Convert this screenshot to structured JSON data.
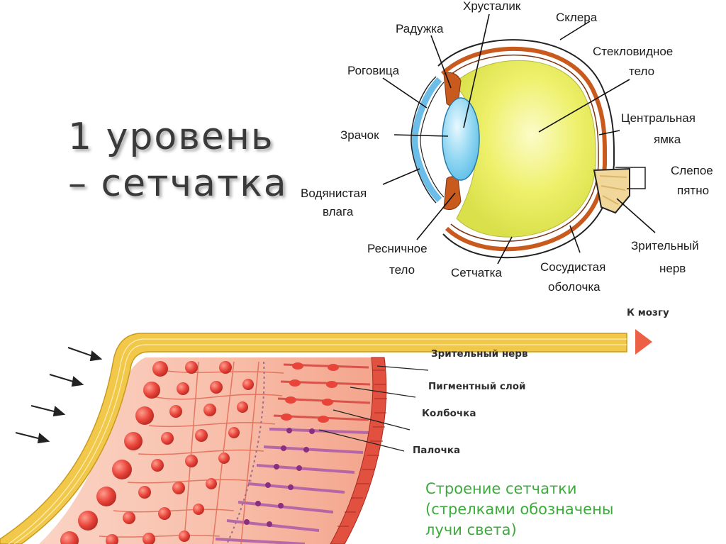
{
  "slide": {
    "title_line1": "1 уровень",
    "title_line2": "– сетчатка"
  },
  "eye_diagram": {
    "labels": {
      "lens": "Хрусталик",
      "iris": "Радужка",
      "sclera": "Склера",
      "vitreous_line1": "Стекловидное",
      "vitreous_line2": "тело",
      "cornea": "Роговица",
      "fovea_line1": "Центральная",
      "fovea_line2": "ямка",
      "pupil": "Зрачок",
      "blind_spot_line1": "Слепое",
      "blind_spot_line2": "пятно",
      "aqueous_line1": "Водянистая",
      "aqueous_line2": "влага",
      "optic_nerve_line1": "Зрительный",
      "optic_nerve_line2": "нерв",
      "ciliary_line1": "Ресничное",
      "ciliary_line2": "тело",
      "retina": "Сетчатка",
      "choroid_line1": "Сосудистая",
      "choroid_line2": "оболочка"
    },
    "colors": {
      "vitreous": "#eef06a",
      "lens": "#8fd6f2",
      "cornea": "#7ec7ee",
      "choroid": "#c85a1e",
      "optic_nerve": "#f1d79a"
    }
  },
  "retina_diagram": {
    "labels": {
      "to_brain": "К мозгу",
      "optic_nerve": "Зрительный нерв",
      "pigment_layer": "Пигментный слой",
      "cone": "Колбочка",
      "rod": "Палочка"
    },
    "caption_line1": "Строение сетчатки",
    "caption_line2": "(стрелками обозначены",
    "caption_line3": "лучи света)",
    "colors": {
      "nerve_fiber": "#f2c84b",
      "cells": "#e8443a",
      "rods": "#b05fa8",
      "caption": "#3cab3c",
      "arrow_head": "#ec6145"
    }
  }
}
